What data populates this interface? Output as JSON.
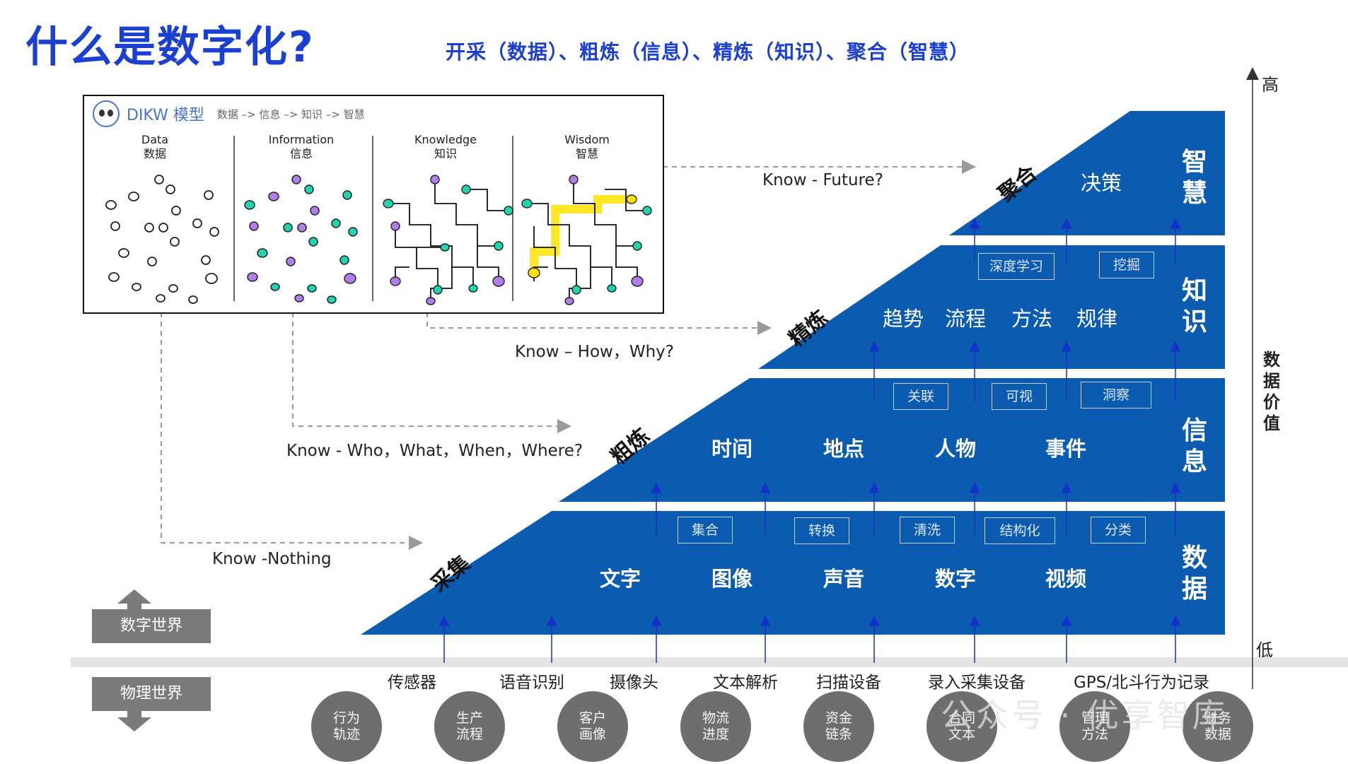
{
  "title": "什么是数字化?",
  "subtitle": "开采（数据）、粗炼（信息）、精炼（知识）、聚合（智慧）",
  "dikw": {
    "brand": "DIKW 模型",
    "flow": "数据 –> 信息 –> 知识 –> 智慧",
    "columns": [
      {
        "en": "Data",
        "zh": "数据"
      },
      {
        "en": "Information",
        "zh": "信息"
      },
      {
        "en": "Knowledge",
        "zh": "知识"
      },
      {
        "en": "Wisdom",
        "zh": "智慧"
      }
    ]
  },
  "know": {
    "future": "Know - Future?",
    "how": "Know – How，Why?",
    "who": "Know - Who，What，When，Where?",
    "nothing": "Know -Nothing"
  },
  "stages": [
    "采集",
    "粗炼",
    "精炼",
    "聚合"
  ],
  "layers": {
    "wisdom": {
      "label": "智慧",
      "items": [
        "决策"
      ]
    },
    "knowledge": {
      "label": "知识",
      "items": [
        "趋势",
        "流程",
        "方法",
        "规律"
      ],
      "tags": [
        "深度学习",
        "挖掘"
      ]
    },
    "information": {
      "label": "信息",
      "items": [
        "时间",
        "地点",
        "人物",
        "事件"
      ],
      "tags": [
        "关联",
        "可视",
        "洞察"
      ]
    },
    "data": {
      "label": "数据",
      "items": [
        "文字",
        "图像",
        "声音",
        "数字",
        "视频"
      ],
      "tags": [
        "集合",
        "转换",
        "清洗",
        "结构化",
        "分类"
      ]
    }
  },
  "axis": {
    "high": "高",
    "low": "低",
    "label": "数据价值"
  },
  "sources": [
    "传感器",
    "语音识别",
    "摄像头",
    "文本解析",
    "扫描设备",
    "录入采集设备",
    "GPS/北斗行为记录"
  ],
  "circles": [
    {
      "l1": "行为",
      "l2": "轨迹"
    },
    {
      "l1": "生产",
      "l2": "流程"
    },
    {
      "l1": "客户",
      "l2": "画像"
    },
    {
      "l1": "物流",
      "l2": "进度"
    },
    {
      "l1": "资金",
      "l2": "链条"
    },
    {
      "l1": "合同",
      "l2": "文本"
    },
    {
      "l1": "管理",
      "l2": "方法"
    },
    {
      "l1": "财务",
      "l2": "数据"
    }
  ],
  "worlds": {
    "digital": "数字世界",
    "physical": "物理世界"
  },
  "watermark": "公众号 · 优享智库",
  "colors": {
    "blue": "#0b5cb0",
    "title": "#1b3fd1",
    "gray": "#6e6e6e"
  }
}
